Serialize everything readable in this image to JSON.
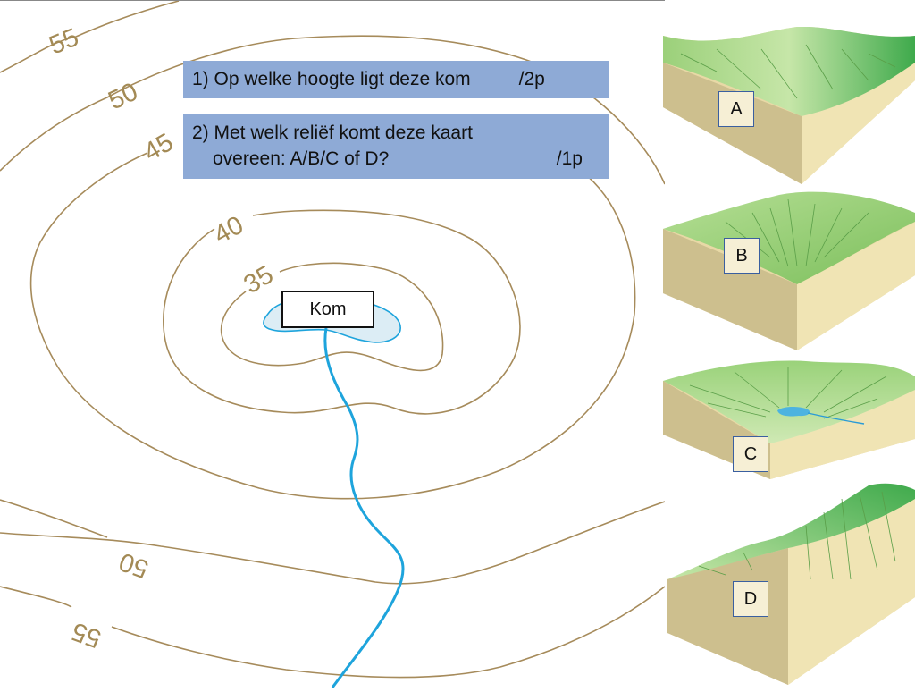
{
  "map": {
    "contour_labels": {
      "top_55": "55",
      "top_50": "50",
      "left_45": "45",
      "inner_40": "40",
      "inner_35": "35",
      "bottom_50": "50",
      "bottom_55": "55"
    },
    "kom_label": "Kom",
    "colors": {
      "contour": "#a68b5b",
      "water": "#1ea4dc",
      "water_fill": "#dcedf5"
    }
  },
  "questions": [
    {
      "line1": "1) Op welke hoogte ligt deze kom",
      "points": "/2p"
    },
    {
      "line1": "2) Met welk reliëf komt deze kaart",
      "line2": "overeen:  A/B/C of D?",
      "points": "/1p"
    }
  ],
  "blocks": [
    {
      "label": "A"
    },
    {
      "label": "B"
    },
    {
      "label": "C"
    },
    {
      "label": "D"
    }
  ],
  "colors": {
    "question_bg": "#8eaad6",
    "grass": "#8dc86a",
    "soil": "#e8d9a6",
    "soil_dark": "#cdbf8e"
  }
}
